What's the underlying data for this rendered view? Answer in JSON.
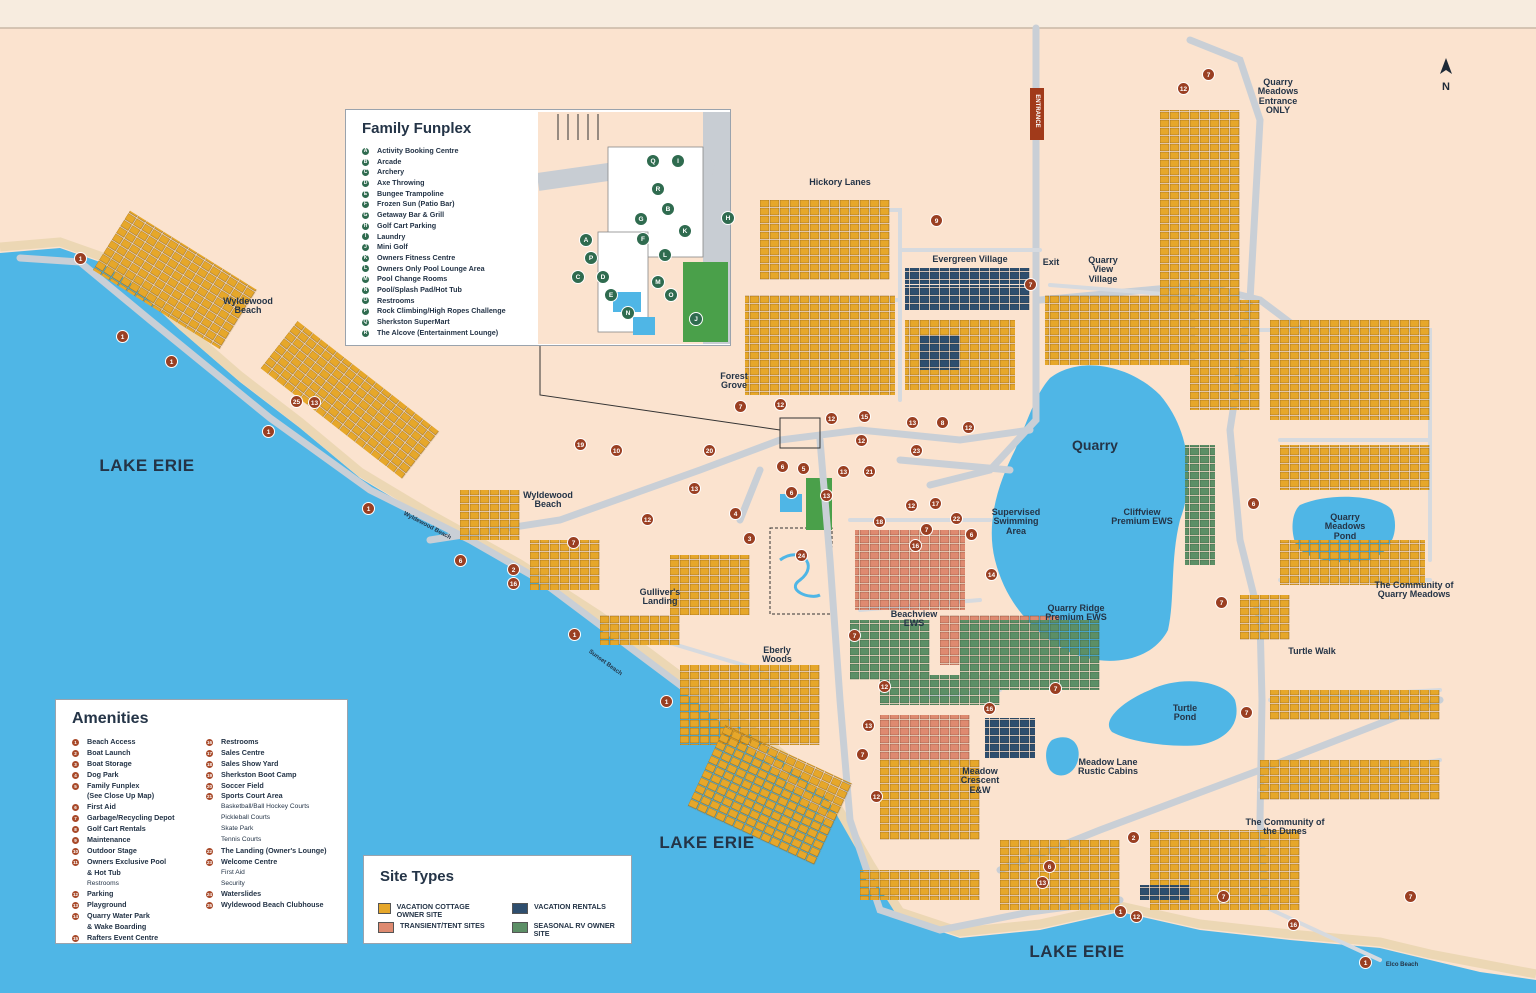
{
  "colors": {
    "water": "#4fb6e6",
    "land": "#fbe3cf",
    "road": "#c8cdd3",
    "cottage": "#e6a72a",
    "transient": "#de8a70",
    "vacation_rental": "#2e4e6e",
    "seasonal_rv": "#5c8f66",
    "pin": "#9a3f22",
    "funplex_pin": "#2f6b4f",
    "text": "#243447"
  },
  "labels": {
    "lake_erie_west": "LAKE ERIE",
    "lake_erie_south": "LAKE ERIE",
    "lake_erie_southeast": "LAKE ERIE",
    "quarry": "Quarry",
    "wyldewood_beach_top": "Wyldewood Beach",
    "wyldewood_beach_mid": "Wyldewood Beach",
    "wyldewood_beach_road": "Wyldewood Beach",
    "sunset_beach": "Sunset Beach",
    "hickory_lanes": "Hickory Lanes",
    "evergreen_village": "Evergreen Village",
    "forest_grove": "Forest Grove",
    "quarry_view_village": "Quarry View Village",
    "quarry_meadows_entrance": "Quarry Meadows Entrance ONLY",
    "exit": "Exit",
    "entrance": "ENTRANCE",
    "supervised_swimming": "Supervised Swimming Area",
    "cliffview": "Cliffview Premium EWS",
    "quarry_meadows_pond": "Quarry Meadows Pond",
    "community_quarry_meadows": "The Community of Quarry Meadows",
    "gullivers_landing": "Gulliver's Landing",
    "beachview": "Beachview EWS",
    "quarry_ridge": "Quarry Ridge Premium EWS",
    "eberly_woods": "Eberly Woods",
    "turtle_walk": "Turtle Walk",
    "turtle_pond": "Turtle Pond",
    "meadow_lane": "Meadow Lane Rustic Cabins",
    "meadow_crescent": "Meadow Crescent E&W",
    "community_dunes": "The Community of the Dunes",
    "elco_beach": "Elco Beach",
    "north": "N"
  },
  "funplex": {
    "title": "Family Funplex",
    "items": [
      {
        "letter": "A",
        "label": "Activity Booking Centre"
      },
      {
        "letter": "B",
        "label": "Arcade"
      },
      {
        "letter": "C",
        "label": "Archery"
      },
      {
        "letter": "D",
        "label": "Axe Throwing"
      },
      {
        "letter": "E",
        "label": "Bungee Trampoline"
      },
      {
        "letter": "F",
        "label": "Frozen Sun (Patio Bar)"
      },
      {
        "letter": "G",
        "label": "Getaway Bar & Grill"
      },
      {
        "letter": "H",
        "label": "Golf Cart Parking"
      },
      {
        "letter": "I",
        "label": "Laundry"
      },
      {
        "letter": "J",
        "label": "Mini Golf"
      },
      {
        "letter": "K",
        "label": "Owners Fitness Centre"
      },
      {
        "letter": "L",
        "label": "Owners Only Pool Lounge Area"
      },
      {
        "letter": "M",
        "label": "Pool Change Rooms"
      },
      {
        "letter": "N",
        "label": "Pool/Splash Pad/Hot Tub"
      },
      {
        "letter": "O",
        "label": "Restrooms"
      },
      {
        "letter": "P",
        "label": "Rock Climbing/High Ropes Challenge"
      },
      {
        "letter": "Q",
        "label": "Sherkston SuperMart"
      },
      {
        "letter": "R",
        "label": "The Alcove (Entertainment Lounge)"
      }
    ]
  },
  "amenities": {
    "title": "Amenities",
    "col1": [
      {
        "num": "1",
        "label": "Beach Access"
      },
      {
        "num": "2",
        "label": "Boat Launch"
      },
      {
        "num": "3",
        "label": "Boat Storage"
      },
      {
        "num": "4",
        "label": "Dog Park"
      },
      {
        "num": "5",
        "label": "Family Funplex"
      },
      {
        "num": "",
        "label": "(See Close Up Map)"
      },
      {
        "num": "6",
        "label": "First Aid"
      },
      {
        "num": "7",
        "label": "Garbage/Recycling Depot"
      },
      {
        "num": "8",
        "label": "Golf Cart Rentals"
      },
      {
        "num": "9",
        "label": "Maintenance"
      },
      {
        "num": "10",
        "label": "Outdoor Stage"
      },
      {
        "num": "11",
        "label": "Owners Exclusive Pool"
      },
      {
        "num": "",
        "label": "& Hot Tub"
      },
      {
        "num": "",
        "label": "Restrooms",
        "sub": true
      },
      {
        "num": "12",
        "label": "Parking"
      },
      {
        "num": "13",
        "label": "Playground"
      },
      {
        "num": "14",
        "label": "Quarry Water Park"
      },
      {
        "num": "",
        "label": "& Wake Boarding"
      },
      {
        "num": "15",
        "label": "Rafters Event Centre"
      }
    ],
    "col2": [
      {
        "num": "16",
        "label": "Restrooms"
      },
      {
        "num": "17",
        "label": "Sales Centre"
      },
      {
        "num": "18",
        "label": "Sales Show Yard"
      },
      {
        "num": "19",
        "label": "Sherkston Boot Camp"
      },
      {
        "num": "20",
        "label": "Soccer Field"
      },
      {
        "num": "21",
        "label": "Sports Court Area"
      },
      {
        "num": "",
        "label": "Basketball/Ball Hockey Courts",
        "sub": true
      },
      {
        "num": "",
        "label": "Pickleball Courts",
        "sub": true
      },
      {
        "num": "",
        "label": "Skate Park",
        "sub": true
      },
      {
        "num": "",
        "label": "Tennis Courts",
        "sub": true
      },
      {
        "num": "22",
        "label": "The Landing (Owner's Lounge)"
      },
      {
        "num": "23",
        "label": "Welcome Centre"
      },
      {
        "num": "",
        "label": "First Aid",
        "sub": true
      },
      {
        "num": "",
        "label": "Security",
        "sub": true
      },
      {
        "num": "24",
        "label": "Waterslides"
      },
      {
        "num": "25",
        "label": "Wyldewood Beach Clubhouse"
      }
    ]
  },
  "site_types": {
    "title": "Site Types",
    "items": [
      {
        "label": "VACATION COTTAGE OWNER SITE",
        "color": "#e6a72a"
      },
      {
        "label": "TRANSIENT/TENT SITES",
        "color": "#de8a70"
      },
      {
        "label": "VACATION RENTALS",
        "color": "#2e4e6e"
      },
      {
        "label": "SEASONAL RV OWNER SITE",
        "color": "#5c8f66"
      }
    ]
  }
}
